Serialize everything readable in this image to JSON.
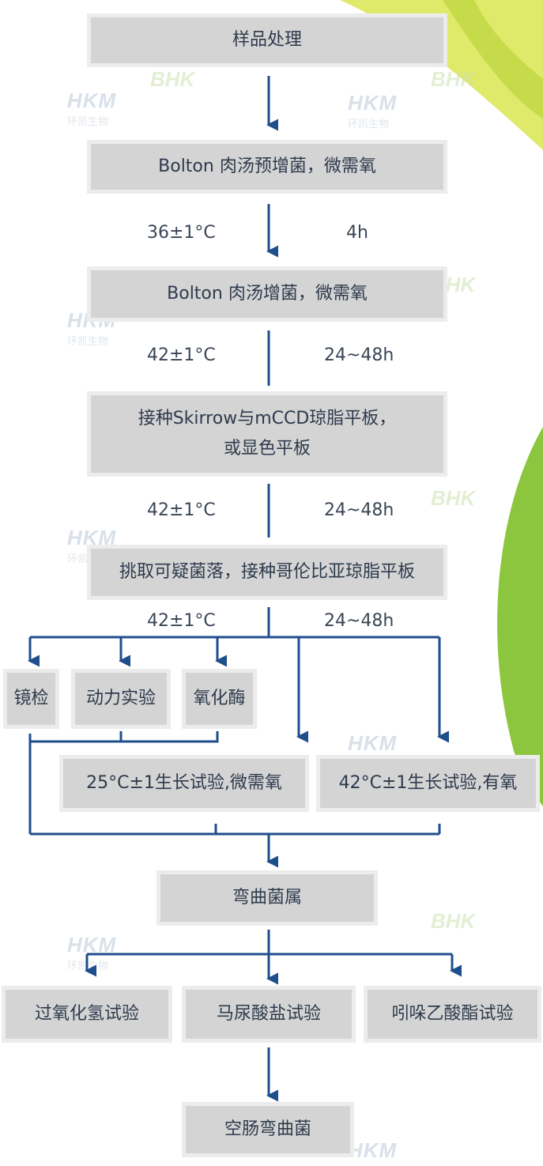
{
  "colors": {
    "arrow": "#1f4e8c",
    "box_fill": "#d4d4d4",
    "box_border": "#ececec",
    "text": "#2e3a4c",
    "leaf_green": "#8cc63f",
    "leaf_yellow": "#d9e65c"
  },
  "nodes": {
    "sample": "样品处理",
    "pre_enrich": "Bolton 肉汤预增菌，微需氧",
    "enrich": "Bolton 肉汤增菌，微需氧",
    "plate_line1": "接种Skirrow与mCCD琼脂平板，",
    "plate_line2": "或显色平板",
    "pick": "挑取可疑菌落，接种哥伦比亚琼脂平板",
    "microscopy": "镜检",
    "motility": "动力实验",
    "oxidase": "氧化酶",
    "growth25": "25°C±1生长试验,微需氧",
    "growth42": "42°C±1生长试验,有氧",
    "genus": "弯曲菌属",
    "catalase": "过氧化氢试验",
    "hippurate": "马尿酸盐试验",
    "indoxyl": "吲哚乙酸酯试验",
    "result": "空肠弯曲菌"
  },
  "labels": {
    "step1_temp": "36±1°C",
    "step1_time": "4h",
    "step2_temp": "42±1°C",
    "step2_time": "24~48h",
    "step3_temp": "42±1°C",
    "step3_time": "24~48h",
    "step4_temp": "42±1°C",
    "step4_time": "24~48h"
  },
  "watermark": {
    "logo": "HKM",
    "cn": "环凯生物",
    "mark": "BHK"
  }
}
